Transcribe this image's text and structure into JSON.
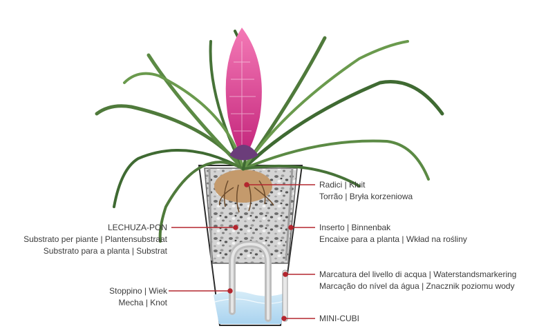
{
  "accent_color": "#b3262e",
  "labels": {
    "radici": {
      "line1": "Radici  |  Kluit",
      "line2": "Torrão  |  Bryła korzeniowa"
    },
    "pon": {
      "line1": "LECHUZA-PON",
      "line2": "Substrato per piante  |  Plantensubstraat",
      "line3": "Substrato para a planta  |  Substrat"
    },
    "inserto": {
      "line1": "Inserto  |  Binnenbak",
      "line2": "Encaixe para a planta  |  Wkład na rośliny"
    },
    "marcatura": {
      "line1": "Marcatura del livello di acqua  |  Waterstandsmarkering",
      "line2": "Marcação do nível da água  |  Znacznik poziomu wody"
    },
    "stoppino": {
      "line1": "Stoppino  |  Wiek",
      "line2": "Mecha  |  Knot"
    },
    "cubi": {
      "line1": "MINI-CUBI"
    }
  }
}
